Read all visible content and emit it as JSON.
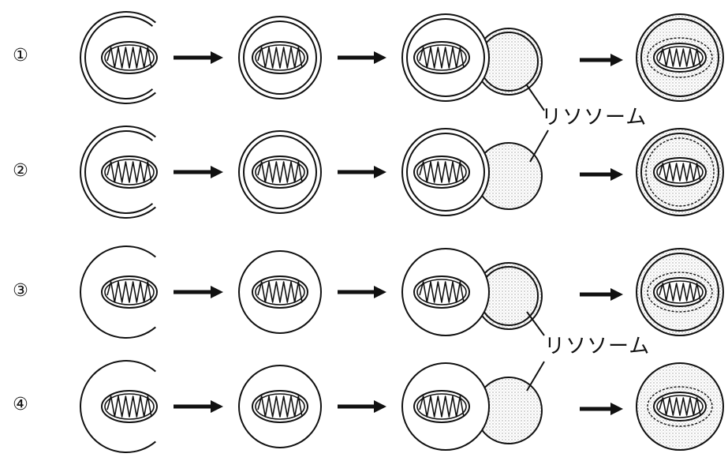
{
  "rows": [
    {
      "number": "①"
    },
    {
      "number": "②"
    },
    {
      "number": "③"
    },
    {
      "number": "④"
    }
  ],
  "callouts": [
    {
      "text": "リソソーム"
    },
    {
      "text": "リソソーム"
    }
  ],
  "colors": {
    "stroke": "#111111",
    "lysosome_fill": "#e6e6e6",
    "background": "#ffffff"
  }
}
